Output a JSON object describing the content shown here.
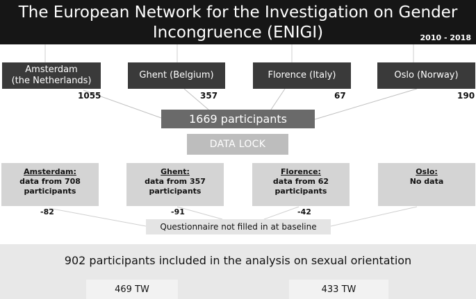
{
  "header": {
    "title_line1": "The European Network for the Investigation on Gender",
    "title_line2": "Incongruence (ENIGI)",
    "years": "2010 - 2018"
  },
  "centers": [
    {
      "label_line1": "Amsterdam",
      "label_line2": "(the Netherlands)",
      "count": "1055"
    },
    {
      "label_line1": "Ghent (Belgium)",
      "label_line2": "",
      "count": "357"
    },
    {
      "label_line1": "Florence (Italy)",
      "label_line2": "",
      "count": "67"
    },
    {
      "label_line1": "Oslo (Norway)",
      "label_line2": "",
      "count": "190"
    }
  ],
  "total": "1669 participants",
  "data_lock": "DATA LOCK",
  "data_availability": [
    {
      "city": "Amsterdam:",
      "line1": "data from 708",
      "line2": "participants",
      "excluded": "-82"
    },
    {
      "city": "Ghent:",
      "line1": "data from 357",
      "line2": "participants",
      "excluded": "-91"
    },
    {
      "city": "Florence:",
      "line1": "data from 62",
      "line2": "participants",
      "excluded": "-42"
    },
    {
      "city": "Oslo:",
      "line1": "No data",
      "line2": "",
      "excluded": ""
    }
  ],
  "not_filled": "Questionnaire not filled in at baseline",
  "analysis": "902 participants included in the analysis on sexual orientation",
  "groups": [
    "469 TW",
    "433 TW"
  ]
}
